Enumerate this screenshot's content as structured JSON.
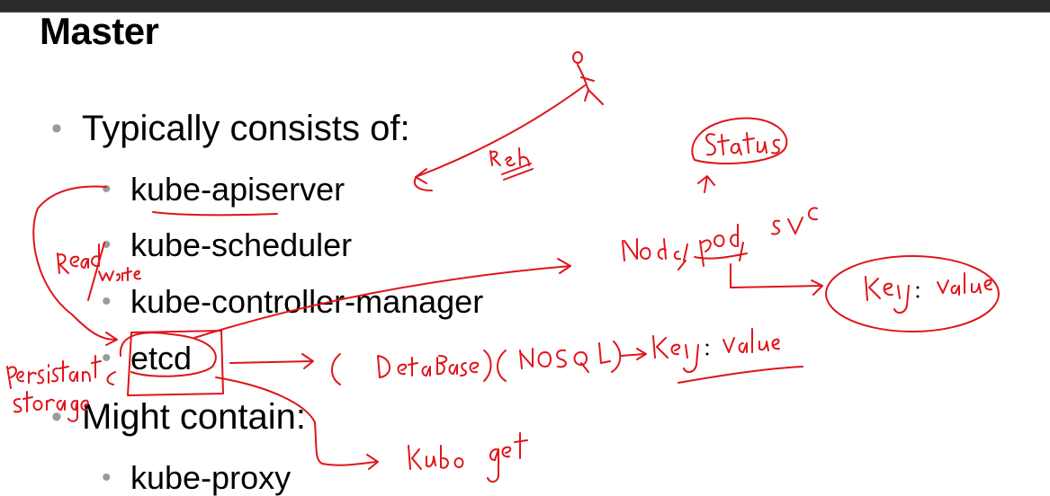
{
  "slide": {
    "title": "Master",
    "bullets": [
      {
        "text": "Typically consists of:",
        "level": 1
      },
      {
        "text": "kube-apiserver",
        "level": 2
      },
      {
        "text": "kube-scheduler",
        "level": 2
      },
      {
        "text": "kube-controller-manager",
        "level": 2
      },
      {
        "text": "etcd",
        "level": 2
      },
      {
        "text": "Might contain:",
        "level": 1
      },
      {
        "text": "kube-proxy",
        "level": 2
      }
    ],
    "bullet_symbol": "•"
  },
  "annotations": {
    "ink_color": "#e0141a",
    "handwritten_notes": [
      "req",
      "Status",
      "Node, pod, svc",
      "key: value",
      "Read/write",
      "Persistent storage",
      "( Database ) ( NOSQL )",
      "key: value",
      "kube get"
    ]
  },
  "colors": {
    "background": "#ffffff",
    "text": "#000000",
    "bullet": "#9a9a9a",
    "top_bar": "#2b2b2b"
  }
}
